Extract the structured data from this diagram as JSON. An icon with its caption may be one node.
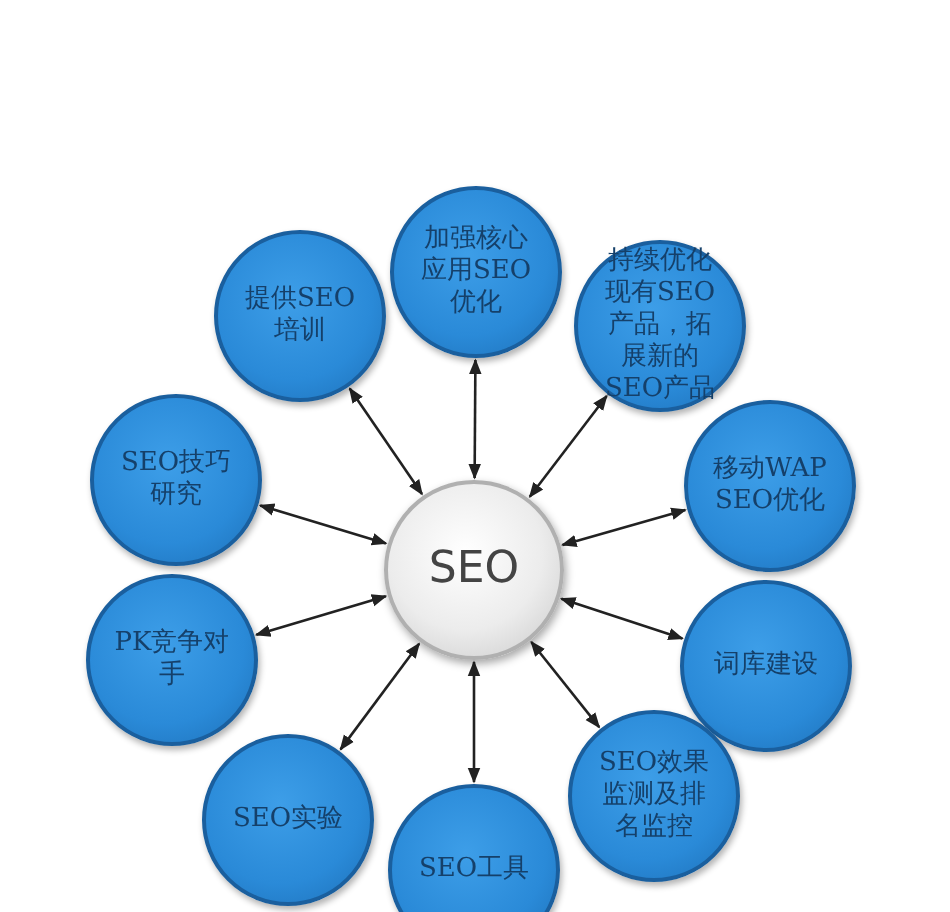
{
  "diagram": {
    "nodes": [
      {
        "text": [
          "SEO"
        ]
      },
      {
        "text": [
          "加强核心应用SEO优化"
        ]
      },
      {
        "text": [
          "持续优化现有SEO产品，拓展新的SEO产品"
        ]
      },
      {
        "text": [
          "移动WAP SEO优化"
        ]
      },
      {
        "text": [
          "词库建设"
        ]
      },
      {
        "text": [
          "SEO效果监测及排名监控"
        ]
      },
      {
        "text": [
          "SEO工具"
        ]
      },
      {
        "text": [
          "SEO实验"
        ]
      },
      {
        "text": [
          "PK竞争对手"
        ]
      },
      {
        "text": [
          "SEO技巧研究"
        ]
      },
      {
        "text": [
          "提供SEO培训"
        ]
      }
    ],
    "edges": [
      {
        "from": 0,
        "to": 1,
        "arrow": "both"
      },
      {
        "from": 0,
        "to": 2,
        "arrow": "both"
      },
      {
        "from": 0,
        "to": 3,
        "arrow": "both"
      },
      {
        "from": 0,
        "to": 4,
        "arrow": "both"
      },
      {
        "from": 0,
        "to": 5,
        "arrow": "both"
      },
      {
        "from": 0,
        "to": 6,
        "arrow": "both"
      },
      {
        "from": 0,
        "to": 7,
        "arrow": "both"
      },
      {
        "from": 0,
        "to": 8,
        "arrow": "both"
      },
      {
        "from": 0,
        "to": 9,
        "arrow": "both"
      },
      {
        "from": 0,
        "to": 10,
        "arrow": "both"
      }
    ]
  }
}
